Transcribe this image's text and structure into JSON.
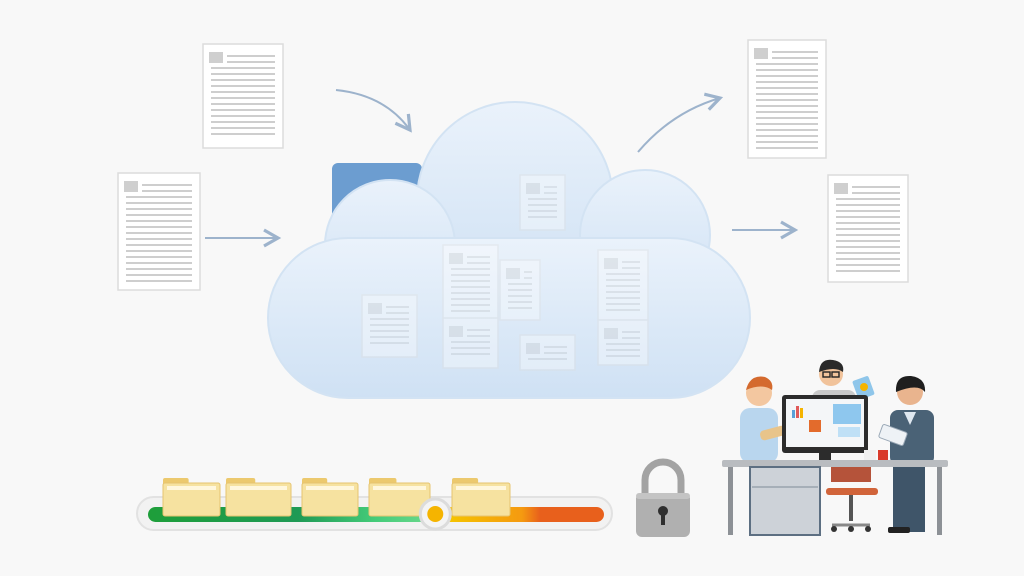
{
  "colors": {
    "background": "#f8f8f8",
    "cloud": "#dbe9f7",
    "cloud_edge": "#c3d8ee",
    "folder_blue": "#6c9dd0",
    "folder_yellow": "#f6e2a0",
    "arrow": "#9db3cc",
    "progress_gradient": [
      "#1e9e3a",
      "#22a35a",
      "#45cc7a",
      "#f5c400",
      "#f59a10",
      "#e8601c"
    ],
    "knob": "#f5b400",
    "lock": "#9a9a9a"
  },
  "upload_progress": 0.63,
  "icons": [
    "document-icon",
    "arrow-icon",
    "cloud-icon",
    "folder-icon",
    "lock-icon",
    "progress-knob",
    "team-at-desk-illustration"
  ]
}
